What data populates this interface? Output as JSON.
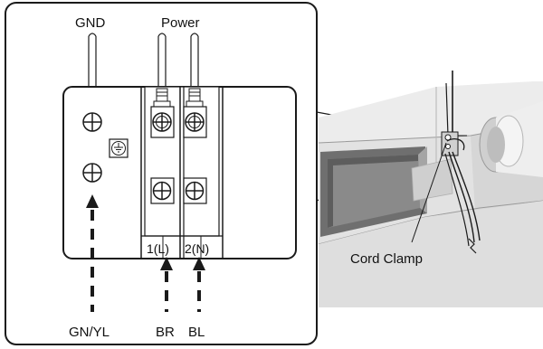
{
  "labels": {
    "gnd": "GND",
    "power": "Power",
    "terminal_1": "1(L)",
    "terminal_2": "2(N)",
    "gn_yl": "GN/YL",
    "br": "BR",
    "bl": "BL",
    "cord_clamp": "Cord Clamp"
  },
  "colors": {
    "line": "#1a1a1a",
    "unit_body": "#e2e2e2",
    "unit_dark": "#bdbdbd",
    "panel": "#6f6f6f",
    "panel_inner": "#8a8a8a",
    "background": "#ffffff"
  },
  "icons": [
    "ground-symbol-icon",
    "screw-terminal-icon",
    "arrow-up-icon",
    "cord-clamp-icon"
  ]
}
